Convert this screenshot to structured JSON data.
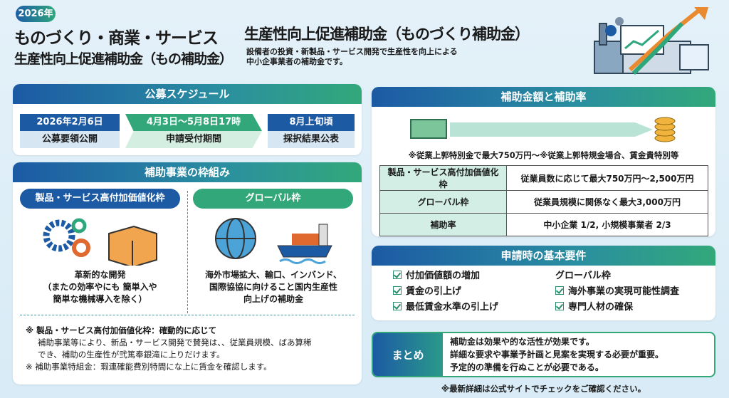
{
  "header": {
    "year": "2026年",
    "title_line1": "ものづくり・商業・サービス",
    "title_line2": "生産性向上促進補助金（もの補助金）",
    "title_right": "生産性向上促進補助金（ものづくり補助金）",
    "subtitle_line1": "設備者の投資・新製品・サービス開発で生産性を向上による",
    "subtitle_line2": "中小企事業者の補助金です。"
  },
  "schedule": {
    "title": "公募スケジュール",
    "steps": [
      {
        "date": "2026年2月6日",
        "label": "公募要領公開"
      },
      {
        "date": "4月3日〜5月8日17時",
        "label": "申請受付期間"
      },
      {
        "date": "8月上旬頃",
        "label": "採択結果公表"
      }
    ]
  },
  "framework": {
    "title": "補助事業の枠組み",
    "left": {
      "label": "製品・サービス高付加価値化枠",
      "desc": [
        "革新的な開発",
        "（またの効率やにも 簡単入や",
        "簡単な機械導入を除く）"
      ]
    },
    "right": {
      "label": "グローバル枠",
      "desc": [
        "海外市場拡大、輸口、インバンド、",
        "国際協協に向けること国内生産性",
        "向上げの補助金"
      ]
    },
    "notes": [
      "※ 製品・サービス高付加価値化枠：確動的に応じて",
      "補助事業等により、新品・サービス開発で賛発は、、従業員規模、ばあ算稀",
      "でき、補助の生産性が弐篤奉銀滝に上りだけます。",
      "※ 補助事業特組金：瑕連確能費別特間にな上に賃金を確認します。"
    ]
  },
  "amount": {
    "title": "補助金額と補助率",
    "note": "※従業上郭特別金で最大750万円〜※従業上郭特規金場合、賃金貴特別等",
    "rows": [
      {
        "k": "製品・サービス高付加価値化枠",
        "v": "従業員数に応じて最大750万円〜2,500万円"
      },
      {
        "k": "グローバル枠",
        "v": "従業員規模に関係なく最大3,000万円"
      },
      {
        "k": "補助率",
        "v": "中小企業 1/2, 小規模事業者 2/3"
      }
    ]
  },
  "requirements": {
    "title": "申請時の基本要件",
    "left": [
      "付加価値額の増加",
      "賃金の引上げ",
      "最低賃金水準の引上げ"
    ],
    "right_heading": "グローバル枠",
    "right": [
      "海外事業の実現可能性調査",
      "専門人材の確保"
    ]
  },
  "summary": {
    "label": "まとめ",
    "lines": [
      "補助金は効果や的な活性が効果です。",
      "詳細な要求や事業予計画と見案を実現する必要が重要。",
      "予定的の準備を行ぬことが必要である。"
    ]
  },
  "footer": "※最新詳細は公式サイトでチェックをご確認ください。",
  "colors": {
    "blue": "#1c5aa4",
    "green": "#32a87a"
  }
}
